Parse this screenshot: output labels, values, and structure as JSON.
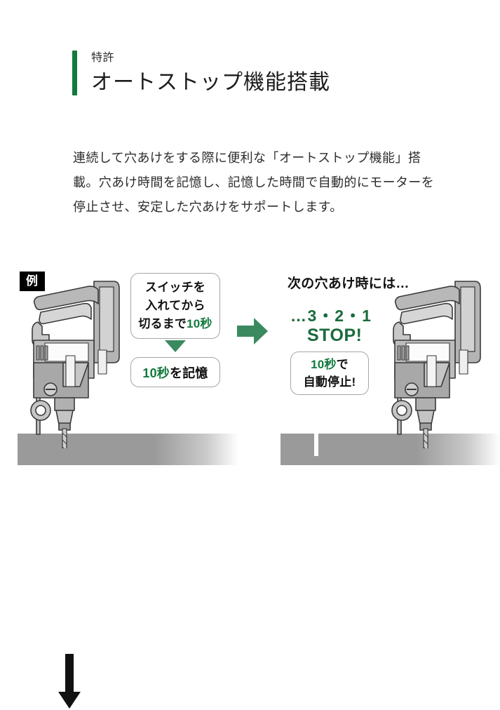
{
  "header": {
    "eyebrow": "特許",
    "title": "オートストップ機能搭載",
    "accent_color": "#127a3d"
  },
  "body": {
    "lead_paragraph": "連続して穴あけをする際に便利な「オートストップ機能」搭載。穴あけ時間を記憶し、記憶した時間で自動的にモーターを停止させ、安定した穴あけをサポートします。"
  },
  "diagram": {
    "example_badge": "例",
    "left_scene": {
      "tool_name": "rotary-hammer-drill",
      "down_arrow": "down-arrow-icon"
    },
    "right_scene": {
      "tool_name": "rotary-hammer-drill"
    },
    "callout_switch": {
      "line1": "スイッチを",
      "line2": "入れてから",
      "line3_plain": "切るまで",
      "line3_accent": "10秒"
    },
    "arrow_down": "down-triangle-icon",
    "callout_memorize": {
      "accent": "10秒",
      "plain": "を記憶"
    },
    "arrow_right": "right-arrow-icon",
    "next_drill_heading": "次の穴あけ時には…",
    "countdown": "…3・2・1",
    "stop": "STOP!",
    "callout_autostop": {
      "line1_accent": "10秒",
      "line1_plain": "で",
      "line2": "自動停止!"
    },
    "accent_green": "#127a3d",
    "stop_green": "#1a6b3c",
    "ground_color": "#9a9a9a"
  }
}
